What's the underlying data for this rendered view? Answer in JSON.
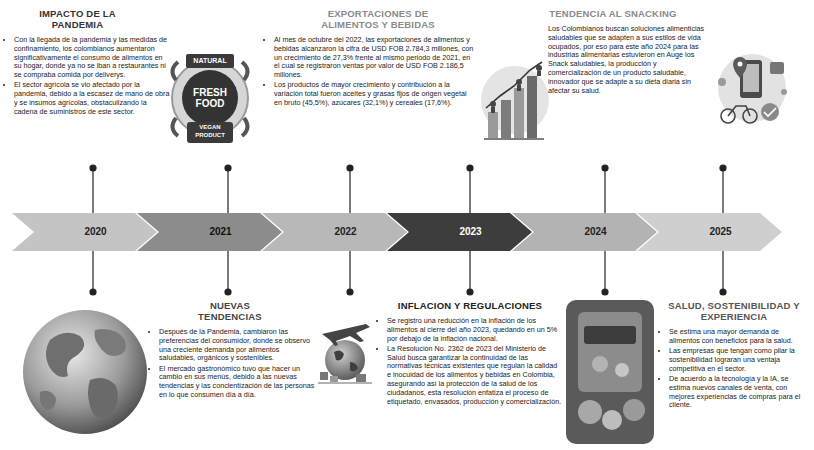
{
  "diagram": {
    "nodes": [
      {
        "text": [
          "2020"
        ]
      },
      {
        "text": [
          "2021"
        ]
      },
      {
        "text": [
          "2022"
        ]
      },
      {
        "text": [
          "2023"
        ]
      },
      {
        "text": [
          "2024"
        ]
      },
      {
        "text": [
          "2025"
        ]
      }
    ],
    "labels": [
      "IMPACTO DE LA PANDEMIA",
      "Con la llegada de la pandemia y las medidas de confinamiento, los colombianos aumentaron significativamente el consumo de alimentos en su hogar, donde ya no se iban a restaurantes ni se compraba comida por deliverys.",
      "El sector agrícola se vio afectado por la pandemia, debido a la escasez de mano de obra y se insumos agrícolas, obstaculizando la cadena de suministros de este sector.",
      "NATURAL",
      "FRESH FOOD",
      "VEGAN PRODUCT",
      "EXPORTACIONES DE ALIMENTOS Y BEBIDAS",
      "Al mes de octubre del 2022, las exportaciones de alimentos y bebidas alcanzaron la cifra de USD FOB 2.784,3 millones, con un crecimiento de 27,3% frente al mismo periodo de 2021, en el cual se registraron ventas por valor de USD FOB 2.186,5 millones.",
      "Los productos de mayor crecimiento y contribución a la variación total fueron aceites y grasas fijos de origen vegetal en bruto (45,5%), azúcares (32,1%) y cereales (17,6%).",
      "TENDENCIA AL SNACKING",
      "Los Colombianos buscan soluciones alimenticias saludables que se adapten a sus estilos de vida ocupados, por eso para este año 2024 para las industrias alimentarias estuvieron en Auge los Snack saludables, la producción y comercialización de un producto saludable, innovador que se adapte a su dieta diaria sin afectar su salud.",
      "NUEVAS TENDENCIAS",
      "Después de la Pandemia, cambiaron las preferencias del consumidor, donde se observo una creciente demanda por alimentos saludables, orgánicos y sostenibles.",
      "El mercado gastronómico tuvo que hacer un cambio en sus menús, debido a las nuevas tendencias y las concientización de las personas en lo que consumen día a día.",
      "INFLACION Y REGULACIONES",
      "Se registro una reducción en la inflación de los alimentos al cierre del año 2023, quedando en un 5% por debajo de la inflación nacional.",
      "La Resolución No. 2362 de 2023 del Ministerio de Salud busca garantizar la continuidad de las normativas técnicas existentes que regulan la calidad e inocuidad de los alimentos y bebidas en Colombia, asegurando así la protección de la salud de los ciudadanos, esta resolución enfatiza el proceso de etiquetado, envasados, producción y comercialización.",
      "SALUD, SOSTENIBILIDAD Y EXPERIENCIA",
      "Se estima una mayor demanda de alimentos con beneficios para la salud.",
      "Las empresas que tengan como pilar la sostenibilidad lograran una ventaja competitiva en el sector.",
      "De acuerdo a la tecnología y la IA, se estima nuevos canales de venta, con mejores experiencias de compras para el cliente."
    ]
  }
}
